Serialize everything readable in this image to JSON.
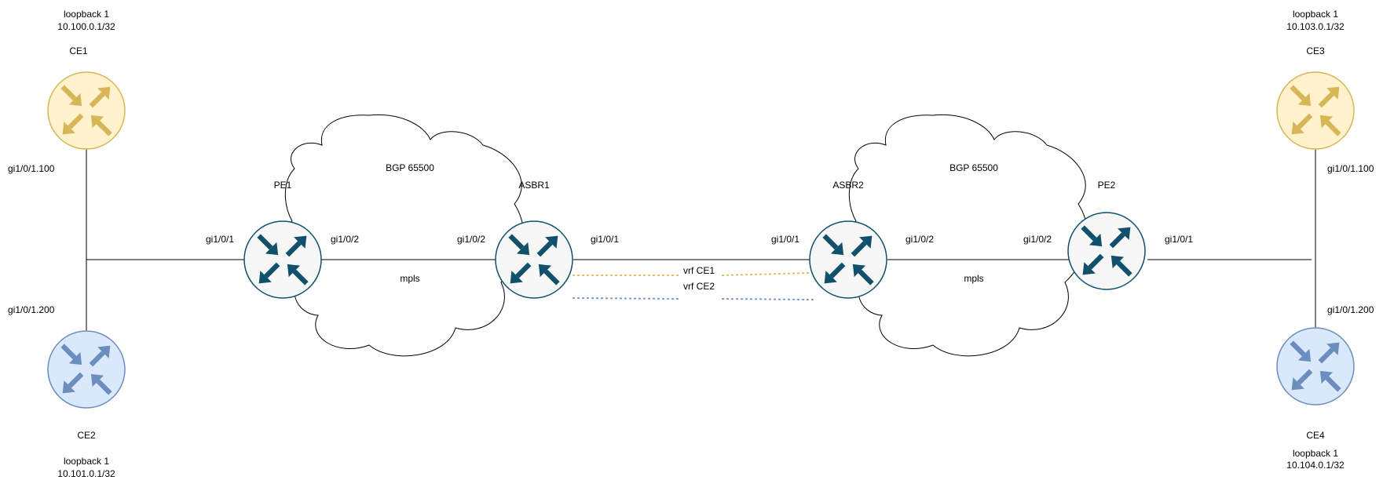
{
  "colors": {
    "line": "#000000",
    "core_fill": "#f7f7f7",
    "core_stroke": "#10506b",
    "core_arrow": "#10506b",
    "yellow_fill": "#fff2cc",
    "yellow_stroke": "#d6b656",
    "yellow_arrow": "#d6b656",
    "blue_fill": "#dae8fc",
    "blue_stroke": "#6c8ebf",
    "blue_arrow": "#6c8ebf",
    "vrf_ce1": "#d6b656",
    "vrf_ce2": "#6c8ebf"
  },
  "icons": {
    "router": "router-icon"
  },
  "routers": {
    "ce1": {
      "name": "CE1",
      "loopback_label": "loopback 1",
      "loopback_ip": "10.100.0.1/32",
      "style": "yellow"
    },
    "ce2": {
      "name": "CE2",
      "loopback_label": "loopback 1",
      "loopback_ip": "10.101.0.1/32",
      "style": "blue"
    },
    "ce3": {
      "name": "CE3",
      "loopback_label": "loopback 1",
      "loopback_ip": "10.103.0.1/32",
      "style": "yellow"
    },
    "ce4": {
      "name": "CE4",
      "loopback_label": "loopback 1",
      "loopback_ip": "10.104.0.1/32",
      "style": "blue"
    },
    "pe1": {
      "name": "PE1",
      "style": "core"
    },
    "asbr1": {
      "name": "ASBR1",
      "style": "core"
    },
    "asbr2": {
      "name": "ASBR2",
      "style": "core"
    },
    "pe2": {
      "name": "PE2",
      "style": "core"
    }
  },
  "clouds": {
    "left": {
      "as_label": "BGP 65500",
      "transport": "mpls"
    },
    "right": {
      "as_label": "BGP 65500",
      "transport": "mpls"
    }
  },
  "interfaces": {
    "ce1_sub": "gi1/0/1.100",
    "ce2_sub": "gi1/0/1.200",
    "pe1_left": "gi1/0/1",
    "pe1_right": "gi1/0/2",
    "asbr1_left": "gi1/0/2",
    "asbr1_right": "gi1/0/1",
    "asbr2_left": "gi1/0/1",
    "asbr2_right": "gi1/0/2",
    "pe2_left": "gi1/0/2",
    "pe2_right": "gi1/0/1",
    "ce3_sub": "gi1/0/1.100",
    "ce4_sub": "gi1/0/1.200"
  },
  "vrfs": {
    "ce1": "vrf CE1",
    "ce2": "vrf CE2"
  }
}
